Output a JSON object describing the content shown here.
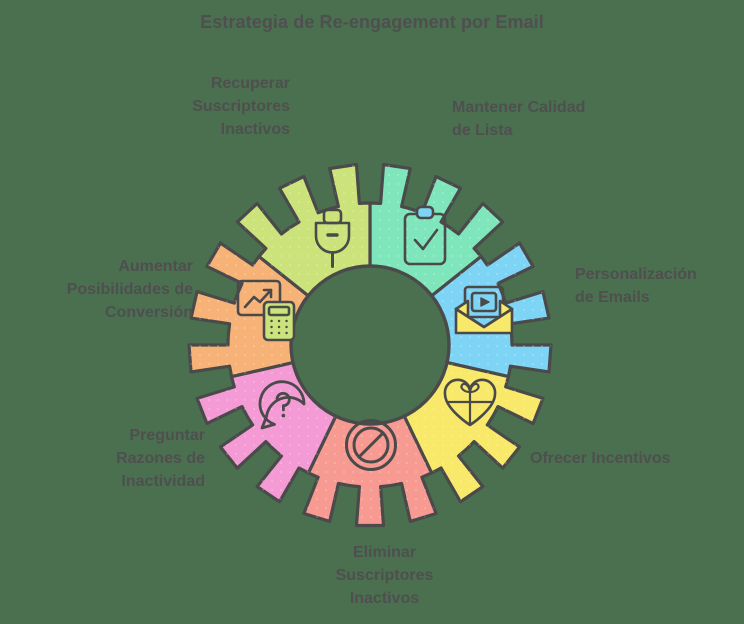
{
  "header": {
    "title": "Estrategia de Re-engagement por Email"
  },
  "theme": {
    "background": "#4a7050",
    "text": "#4f4f4f",
    "outline": "#4a4a4a",
    "hub": "#4a7050"
  },
  "diagram": {
    "type": "gear-wheel",
    "segment_count": 6,
    "teeth_per_segment": 3,
    "segments": [
      {
        "id": "mantener-calidad",
        "label": "Mantener Calidad\nde Lista",
        "color": "#7ed4f5",
        "icon": "clipboard-check-icon",
        "angle_start": 0,
        "angle_end": 60,
        "label_position": "right-top"
      },
      {
        "id": "personalizacion",
        "label": "Personalización\nde Emails",
        "color": "#f9e96a",
        "icon": "envelope-video-icon",
        "angle_start": 60,
        "angle_end": 120,
        "label_position": "right"
      },
      {
        "id": "ofrecer-incentivos",
        "label": "Ofrecer Incentivos",
        "color": "#f79a92",
        "icon": "heart-gift-icon",
        "angle_start": 120,
        "angle_end": 180,
        "label_position": "right-bottom"
      },
      {
        "id": "eliminar-suscriptores",
        "label": "Eliminar\nSuscriptores\nInactivos",
        "color": "#f49ad4",
        "icon": "prohibition-icon",
        "angle_start": 180,
        "angle_end": 240,
        "label_position": "bottom"
      },
      {
        "id": "preguntar-razones",
        "label": "Preguntar\nRazones de\nInactividad",
        "color": "#f7b377",
        "icon": "question-bubble-icon",
        "angle_start": 240,
        "angle_end": 300,
        "label_position": "left-bottom"
      },
      {
        "id": "aumentar-conversion",
        "label": "Aumentar\nPosibilidades de\nConversión",
        "color": "#cbe37a",
        "icon": "chart-calculator-icon",
        "angle_start": 300,
        "angle_end": 360,
        "label_position": "left"
      },
      {
        "id": "recuperar-suscriptores",
        "label": "Recuperar\nSuscriptores\nInactivos",
        "color": "#7fe5bb",
        "icon": "plug-icon",
        "angle_start": 300,
        "angle_end": 360,
        "label_position": "left-top"
      }
    ]
  },
  "labels": {
    "recuperar": "Recuperar\nSuscriptores\nInactivos",
    "mantener": "Mantener Calidad\nde Lista",
    "personalizacion": "Personalización\nde Emails",
    "incentivos": "Ofrecer Incentivos",
    "eliminar": "Eliminar\nSuscriptores\nInactivos",
    "preguntar": "Preguntar\nRazones de\nInactividad",
    "aumentar": "Aumentar\nPosibilidades de\nConversión"
  }
}
